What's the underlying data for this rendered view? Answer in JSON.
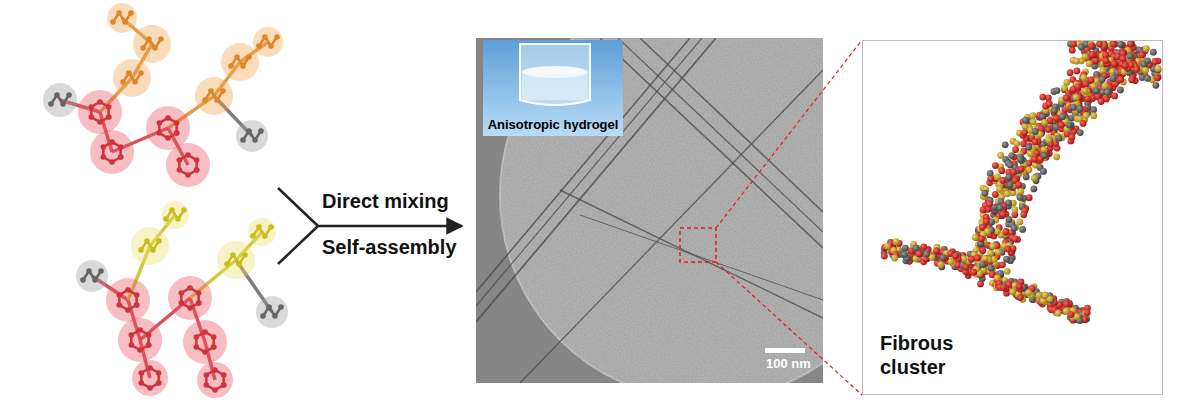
{
  "diagram": {
    "nodes": [
      {
        "text": [
          "100 nm"
        ]
      },
      {
        "text": [
          "Anisotropic hydrogel"
        ],
        "in": 0
      },
      {
        "text": [
          "Fibrous cluster"
        ]
      }
    ],
    "labels": [
      "Direct mixing",
      "Self-assembly"
    ]
  }
}
